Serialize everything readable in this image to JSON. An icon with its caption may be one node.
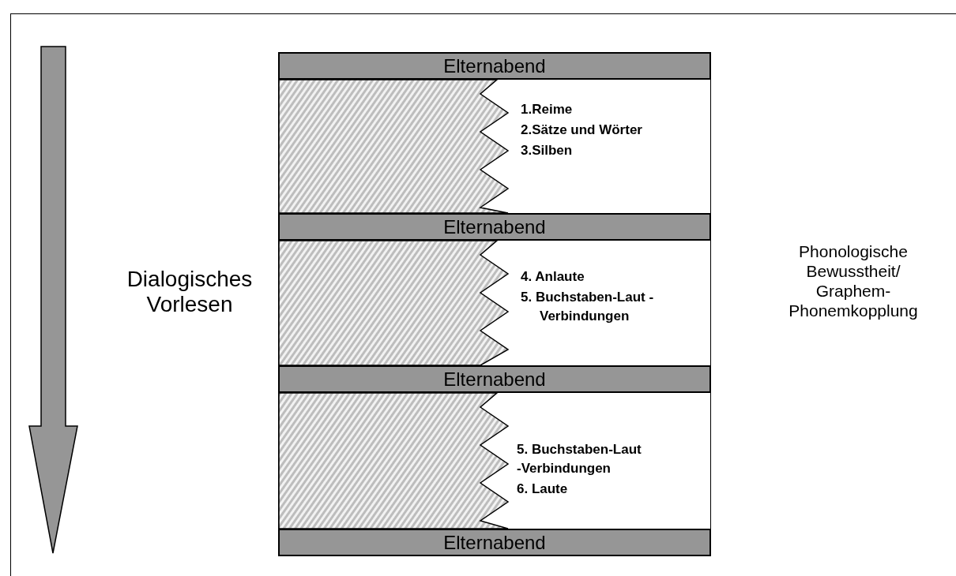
{
  "diagram": {
    "nodes": [
      {
        "text": [
          "Elternabend"
        ]
      },
      {
        "text": [
          "1.Reime",
          "2.Sätze und Wörter",
          "3.Silben"
        ]
      },
      {
        "text": [
          "Elternabend"
        ]
      },
      {
        "text": [
          "4. Anlaute",
          "5. Buchstaben-Laut -Verbindungen"
        ]
      },
      {
        "text": [
          "Elternabend"
        ]
      },
      {
        "text": [
          "5. Buchstaben-Laut -Verbindungen",
          "6. Laute"
        ]
      },
      {
        "text": [
          "Elternabend"
        ]
      }
    ],
    "labels": [
      "Dialogisches Vorlesen",
      "Phonologische Bewusstheit/ Graphem-Phonemkopplung"
    ]
  }
}
